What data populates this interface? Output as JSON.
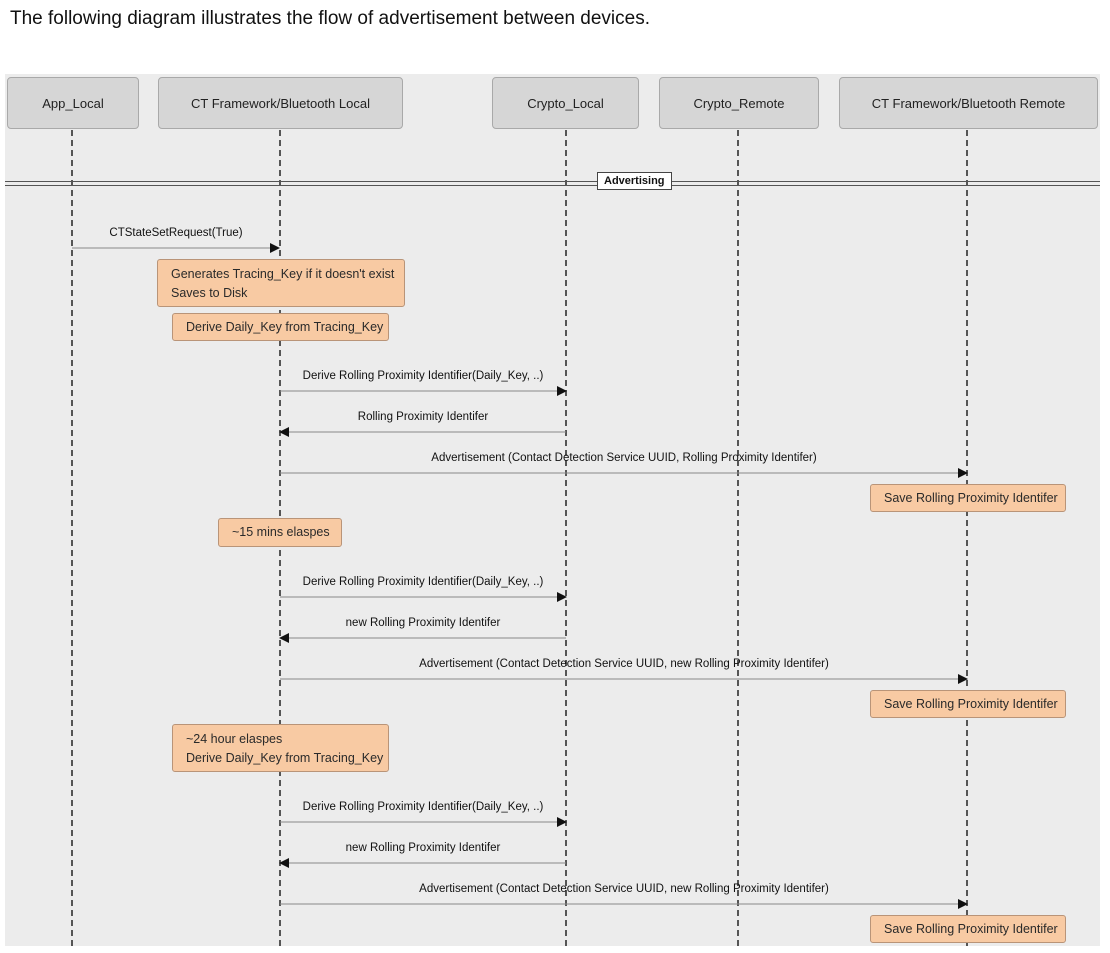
{
  "intro": "The following diagram illustrates the flow of advertisement between devices.",
  "participants": [
    "App_Local",
    "CT Framework/Bluetooth Local",
    "Crypto_Local",
    "Crypto_Remote",
    "CT Framework/Bluetooth Remote"
  ],
  "separator": "Advertising",
  "messages": [
    "CTStateSetRequest(True)",
    "Derive Rolling Proximity Identifier(Daily_Key, ..)",
    "Rolling Proximity Identifer",
    "Advertisement (Contact Detection Service UUID, Rolling Proximity Identifer)",
    "Derive Rolling Proximity Identifier(Daily_Key, ..)",
    "new Rolling Proximity Identifer",
    "Advertisement (Contact Detection Service UUID, new Rolling Proximity Identifer)",
    "Derive Rolling Proximity Identifier(Daily_Key, ..)",
    "new Rolling Proximity Identifer",
    "Advertisement (Contact Detection Service UUID, new Rolling Proximity Identifer)"
  ],
  "notes": {
    "n0": [
      "Generates Tracing_Key if it doesn't exist",
      "Saves to Disk"
    ],
    "n1": [
      "Derive Daily_Key from Tracing_Key"
    ],
    "n2": [
      "Save Rolling Proximity Identifer"
    ],
    "n3": [
      "~15 mins elaspes"
    ],
    "n4": [
      "Save Rolling Proximity Identifer"
    ],
    "n5": [
      "~24 hour elaspes",
      "Derive Daily_Key from Tracing_Key"
    ],
    "n6": [
      "Save Rolling Proximity Identifer"
    ]
  }
}
